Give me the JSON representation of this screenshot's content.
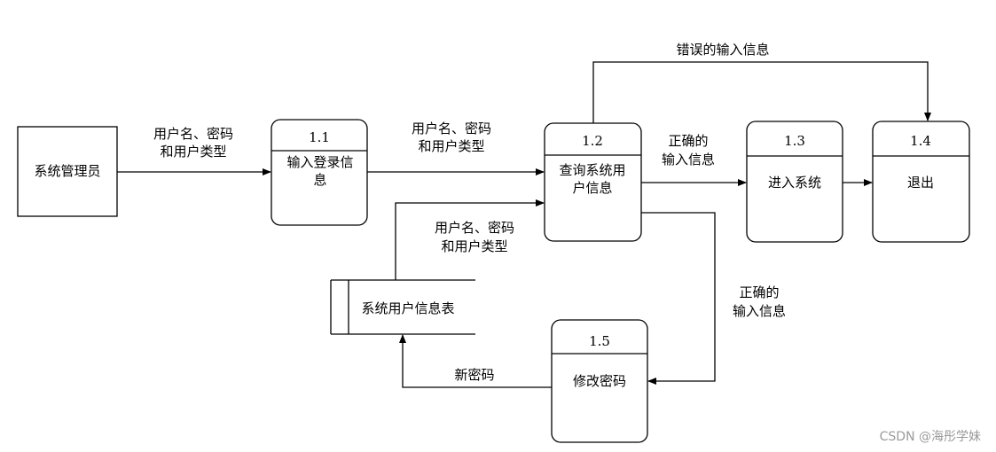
{
  "external_entity": {
    "label": "系统管理员"
  },
  "processes": {
    "p11": {
      "id": "1.1",
      "lines": [
        "输入登录信",
        "息"
      ]
    },
    "p12": {
      "id": "1.2",
      "lines": [
        "查询系统用",
        "户信息"
      ]
    },
    "p13": {
      "id": "1.3",
      "lines": [
        "进入系统"
      ]
    },
    "p14": {
      "id": "1.4",
      "lines": [
        "退出"
      ]
    },
    "p15": {
      "id": "1.5",
      "lines": [
        "修改密码"
      ]
    }
  },
  "data_store": {
    "label": "系统用户信息表"
  },
  "flows": {
    "entity_to_p11": [
      "用户名、密码",
      "和用户类型"
    ],
    "p11_to_p12": [
      "用户名、密码",
      "和用户类型"
    ],
    "store_to_p12": [
      "用户名、密码",
      "和用户类型"
    ],
    "p12_to_p13": [
      "正确的",
      "输入信息"
    ],
    "p12_to_p14": [
      "错误的输入信息"
    ],
    "p12_to_p15": [
      "正确的",
      "输入信息"
    ],
    "p15_to_store": [
      "新密码"
    ]
  },
  "watermark": "CSDN @海彤学妹"
}
